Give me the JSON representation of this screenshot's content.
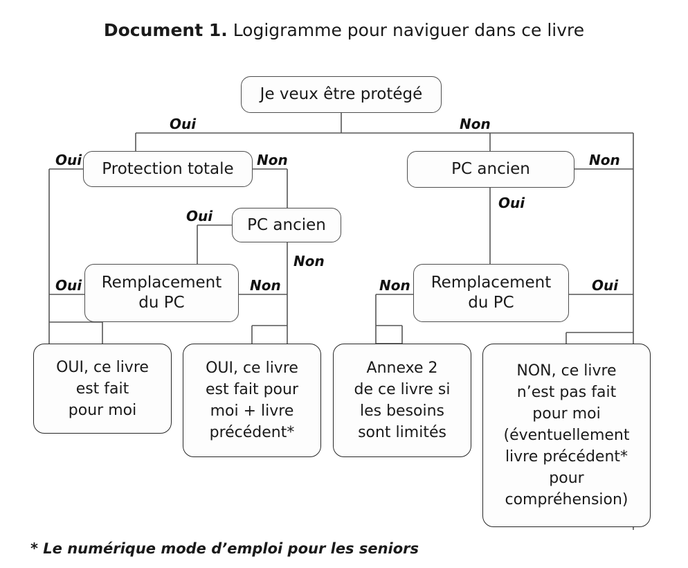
{
  "title": {
    "label": "Document 1.",
    "rest": " Logigramme pour naviguer dans ce livre"
  },
  "nodes": {
    "root": "Je veux être protégé",
    "protection_totale": "Protection totale",
    "pc_ancien_left": "PC ancien",
    "remplacement_left": "Remplacement\ndu PC",
    "pc_ancien_right": "PC ancien",
    "remplacement_right": "Remplacement\ndu PC",
    "terminal_oui_simple": "OUI, ce livre\nest fait\npour moi",
    "terminal_oui_plus": "OUI, ce livre\nest fait pour\nmoi + livre\nprécédent*",
    "terminal_annexe": "Annexe 2\nde ce livre si\nles besoins\nsont limités",
    "terminal_non": "NON, ce livre\nn’est pas fait\npour moi\n(éventuellement\nlivre précédent*\npour\ncompréhension)"
  },
  "edge_labels": {
    "root_oui": "Oui",
    "root_non": "Non",
    "protection_oui": "Oui",
    "protection_non": "Non",
    "pc_left_oui": "Oui",
    "pc_left_non": "Non",
    "remp_left_oui": "Oui",
    "remp_left_non": "Non",
    "pc_right_oui": "Oui",
    "pc_right_non": "Non",
    "remp_right_non": "Non",
    "remp_right_oui": "Oui"
  },
  "footnote": "* Le numérique mode d’emploi pour les seniors",
  "colors": {
    "background": "#ffffff",
    "text": "#1a1a1a",
    "node_border": "#4d4d4d",
    "terminal_border": "#262626",
    "wire": "#555555"
  },
  "chart_data": {
    "type": "flowchart",
    "title": "Document 1. Logigramme pour naviguer dans ce livre",
    "orientation": "top-down",
    "decisions": [
      {
        "id": "root",
        "text": "Je veux être protégé",
        "yes": "protection_totale",
        "no": "pc_ancien_right"
      },
      {
        "id": "protection_totale",
        "text": "Protection totale",
        "yes": "terminal_oui_simple",
        "no": "pc_ancien_left"
      },
      {
        "id": "pc_ancien_left",
        "text": "PC ancien",
        "yes": "remplacement_left",
        "no": "terminal_oui_plus"
      },
      {
        "id": "remplacement_left",
        "text": "Remplacement du PC",
        "yes": "terminal_oui_simple",
        "no": "terminal_oui_plus"
      },
      {
        "id": "pc_ancien_right",
        "text": "PC ancien",
        "yes": "remplacement_right",
        "no": "terminal_non"
      },
      {
        "id": "remplacement_right",
        "text": "Remplacement du PC",
        "yes": "terminal_non",
        "no": "terminal_annexe"
      }
    ],
    "outcomes": [
      {
        "id": "terminal_oui_simple",
        "text": "OUI, ce livre est fait pour moi"
      },
      {
        "id": "terminal_oui_plus",
        "text": "OUI, ce livre est fait pour moi + livre précédent*"
      },
      {
        "id": "terminal_annexe",
        "text": "Annexe 2 de ce livre si les besoins sont limités"
      },
      {
        "id": "terminal_non",
        "text": "NON, ce livre n’est pas fait pour moi (éventuellement livre précédent* pour compréhension)"
      }
    ],
    "footnote": "* Le numérique mode d’emploi pour les seniors"
  }
}
